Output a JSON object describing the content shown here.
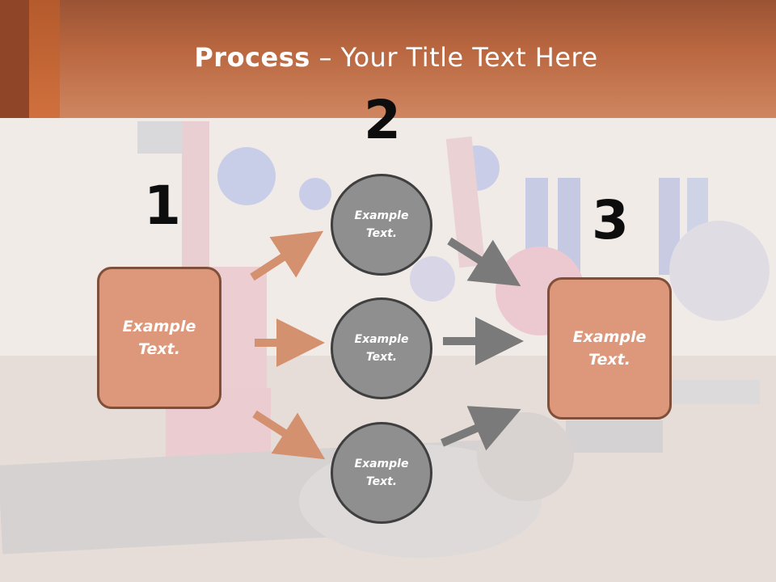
{
  "title": {
    "bold": "Process",
    "rest": " – Your Title Text Here"
  },
  "steps": [
    {
      "number": "1",
      "label": "Example\nText."
    },
    {
      "number": "2",
      "circles": [
        "Example\nText.",
        "Example\nText.",
        "Example\nText."
      ]
    },
    {
      "number": "3",
      "label": "Example\nText."
    }
  ],
  "colors": {
    "header": "#c3714a",
    "box": "#dd977a",
    "box_border": "#7f4f39",
    "circle": "#8f8f8f",
    "circle_border": "#3f3f3f",
    "orange_arrow": "#d4916f",
    "gray_arrow": "#7a7a7a"
  }
}
